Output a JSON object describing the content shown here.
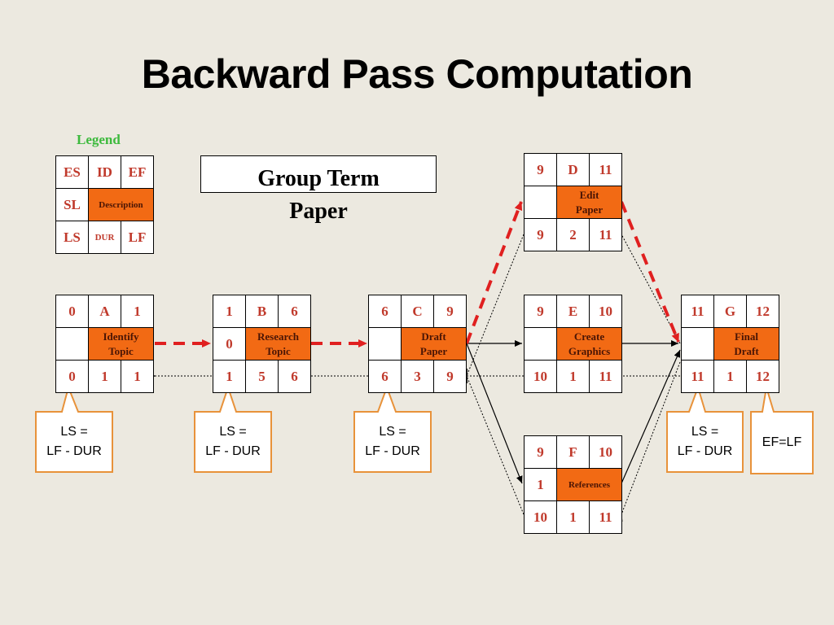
{
  "title": "Backward Pass Computation",
  "legend": {
    "label": "Legend",
    "es": "ES",
    "id": "ID",
    "ef": "EF",
    "sl": "SL",
    "description": "Description",
    "ls": "LS",
    "dur": "DUR",
    "lf": "LF"
  },
  "project": {
    "title_line1": "Group Term",
    "title_line2": "Paper"
  },
  "nodes": {
    "a": {
      "es": "0",
      "id": "A",
      "ef": "1",
      "sl": "",
      "desc1": "Identify",
      "desc2": "Topic",
      "ls": "0",
      "dur": "1",
      "lf": "1"
    },
    "b": {
      "es": "1",
      "id": "B",
      "ef": "6",
      "sl": "0",
      "desc1": "Research",
      "desc2": "Topic",
      "ls": "1",
      "dur": "5",
      "lf": "6"
    },
    "c": {
      "es": "6",
      "id": "C",
      "ef": "9",
      "sl": "",
      "desc1": "Draft",
      "desc2": "Paper",
      "ls": "6",
      "dur": "3",
      "lf": "9"
    },
    "d": {
      "es": "9",
      "id": "D",
      "ef": "11",
      "sl": "",
      "desc1": "Edit",
      "desc2": "Paper",
      "ls": "9",
      "dur": "2",
      "lf": "11"
    },
    "e": {
      "es": "9",
      "id": "E",
      "ef": "10",
      "sl": "",
      "desc1": "Create",
      "desc2": "Graphics",
      "ls": "10",
      "dur": "1",
      "lf": "11"
    },
    "f": {
      "es": "9",
      "id": "F",
      "ef": "10",
      "sl": "1",
      "desc1": "References",
      "desc2": "",
      "ls": "10",
      "dur": "1",
      "lf": "11"
    },
    "g": {
      "es": "11",
      "id": "G",
      "ef": "12",
      "sl": "",
      "desc1": "Final",
      "desc2": "Draft",
      "ls": "11",
      "dur": "1",
      "lf": "12"
    }
  },
  "callouts": {
    "a": {
      "line1": "LS =",
      "line2": "LF - DUR"
    },
    "b": {
      "line1": "LS =",
      "line2": "LF - DUR"
    },
    "c": {
      "line1": "LS =",
      "line2": "LF - DUR"
    },
    "g": {
      "line1": "LS =",
      "line2": "LF - DUR"
    },
    "g_ef": {
      "line1": "EF=LF"
    }
  },
  "colors": {
    "background": "#ece9e0",
    "task_fill": "#f26a14",
    "value_text": "#c0392b",
    "legend_label": "#3dba3d",
    "critical_path": "#e02020",
    "callout_border": "#e8923a"
  }
}
